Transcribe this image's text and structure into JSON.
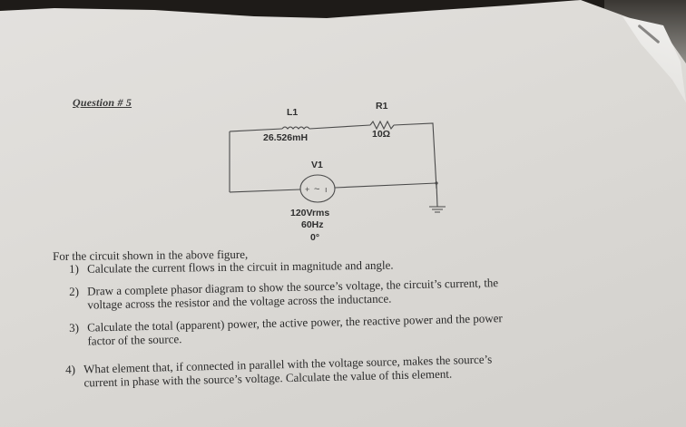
{
  "document": {
    "question_title": "Question # 5",
    "circuit": {
      "inductor": {
        "name": "L1",
        "value": "26.526mH"
      },
      "resistor": {
        "name": "R1",
        "value": "10Ω"
      },
      "source": {
        "name": "V1",
        "symbol": "+ ~ -",
        "voltage": "120Vrms",
        "frequency": "60Hz",
        "phase": "0°"
      },
      "ground": "ground-symbol"
    },
    "intro": "For the circuit shown in the above figure,",
    "questions": [
      {
        "number": "1)",
        "line1": "Calculate the current flows in the circuit in magnitude and angle.",
        "line2": ""
      },
      {
        "number": "2)",
        "line1": "Draw a complete phasor diagram to show the source’s voltage, the circuit’s current, the",
        "line2": "voltage across the resistor and the voltage across the inductance."
      },
      {
        "number": "3)",
        "line1": "Calculate the total (apparent) power, the active power, the reactive power and the power",
        "line2": "factor of the source."
      },
      {
        "number": "4)",
        "line1": "What element that, if connected in parallel with the voltage source, makes the source’s",
        "line2": "current in phase with the source’s voltage. Calculate the value of this element."
      }
    ]
  }
}
